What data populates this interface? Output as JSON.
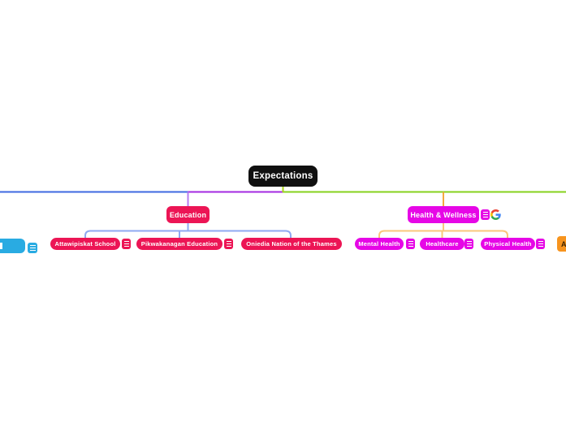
{
  "root": {
    "label": "Expectations"
  },
  "branches": {
    "education": {
      "label": "Education",
      "children": [
        {
          "label": "Attawipiskat School"
        },
        {
          "label": "Pikwakanagan Education"
        },
        {
          "label": "Oniedia Nation of the Thames"
        }
      ]
    },
    "health_wellness": {
      "label": "Health & Wellness",
      "children": [
        {
          "label": "Mental Health"
        },
        {
          "label": "Healthcare"
        },
        {
          "label": "Physical Health"
        }
      ]
    },
    "partial_left": {
      "label": ""
    },
    "partial_right": {
      "label": "A"
    }
  },
  "icons": {
    "menu": "hamburger-menu",
    "google": "google-g-attachment"
  },
  "colors": {
    "root_bg": "#101010",
    "education_bg": "#ec1555",
    "health_bg": "#e607e6",
    "partial_left_bg": "#29abe2",
    "partial_right_bg": "#f7941e",
    "rail_blue": "#3e68e0",
    "rail_purple": "#a32ae0",
    "rail_green": "#86d21d",
    "root_tick": "#a8d416",
    "education_drop": "#b77bf2",
    "education_children_line": "#8fa9f2",
    "health_drop": "#f5a93d",
    "health_children_line": "#f9c87c"
  }
}
